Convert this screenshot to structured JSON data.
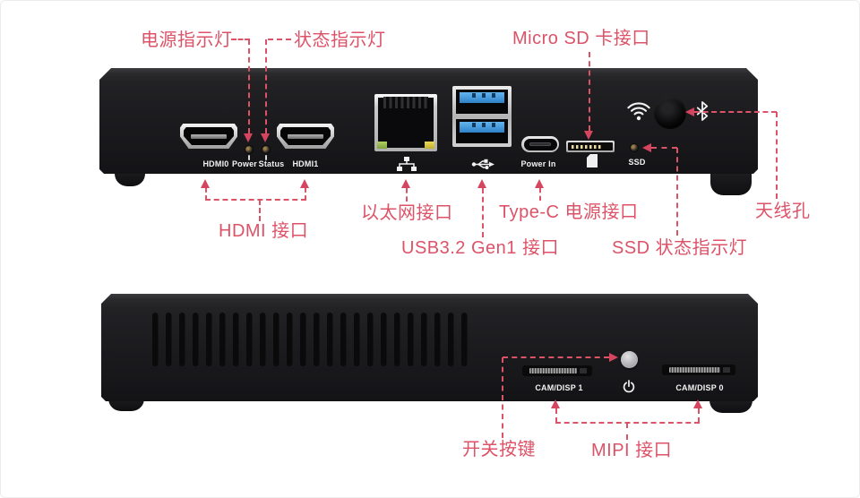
{
  "colors": {
    "accent": "#dc5368",
    "arrow": "#d64560",
    "device_body": "#1c1c1f",
    "usb_blue": "#3f97dd",
    "ethernet_led_green": "#98ba4d",
    "ethernet_led_yellow": "#d5c33e",
    "panel_text": "#f2f2f2"
  },
  "rear_view": {
    "panel_labels": {
      "hdmi0": "HDMI0",
      "power": "Power",
      "status": "Status",
      "hdmi1": "HDMI1",
      "power_in": "Power In",
      "ssd": "SSD"
    },
    "callouts": {
      "power_led": "电源指示灯",
      "status_led": "状态指示灯",
      "micro_sd": "Micro SD 卡接口",
      "hdmi": "HDMI 接口",
      "ethernet": "以太网接口",
      "usb": "USB3.2 Gen1 接口",
      "type_c": "Type-C 电源接口",
      "ssd_led": "SSD 状态指示灯",
      "antenna": "天线孔"
    },
    "icons": {
      "wifi": "wifi-icon",
      "bluetooth": "bluetooth-icon",
      "ethernet": "ethernet-icon",
      "usb": "usb-icon",
      "sd_card": "sd-card-icon"
    }
  },
  "front_view": {
    "panel_labels": {
      "cam_disp_1": "CAM/DISP 1",
      "cam_disp_0": "CAM/DISP 0"
    },
    "callouts": {
      "power_button": "开关按键",
      "mipi": "MIPI 接口"
    },
    "icons": {
      "power_symbol": "power-icon"
    }
  }
}
